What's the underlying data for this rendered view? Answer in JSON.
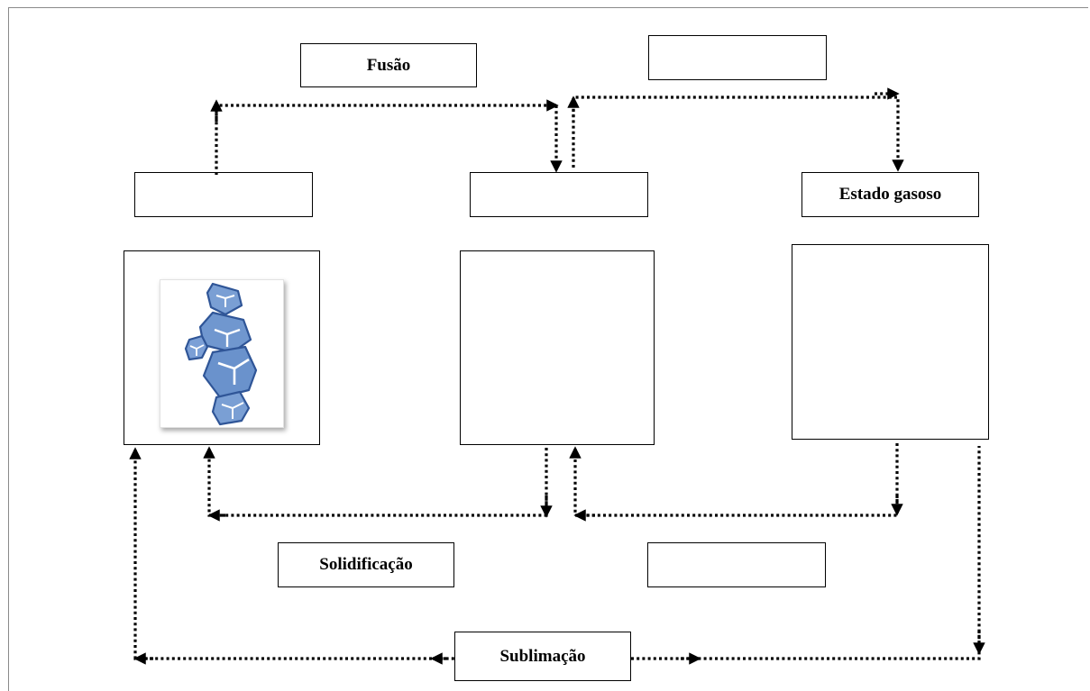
{
  "labels": {
    "fusao": "Fusão",
    "top_right": "",
    "solid_state": "",
    "liquid_state": "",
    "gas_state": "Estado gasoso",
    "solidificacao": "Solidificação",
    "bottom_right": "",
    "sublimacao": "Sublimação"
  },
  "panels": {
    "solid_image": "ice-cubes-icon",
    "liquid_image": "",
    "gas_image": ""
  },
  "colors": {
    "line": "#000000",
    "ice_fill": "#7399cf",
    "ice_stroke": "#2f5597"
  }
}
